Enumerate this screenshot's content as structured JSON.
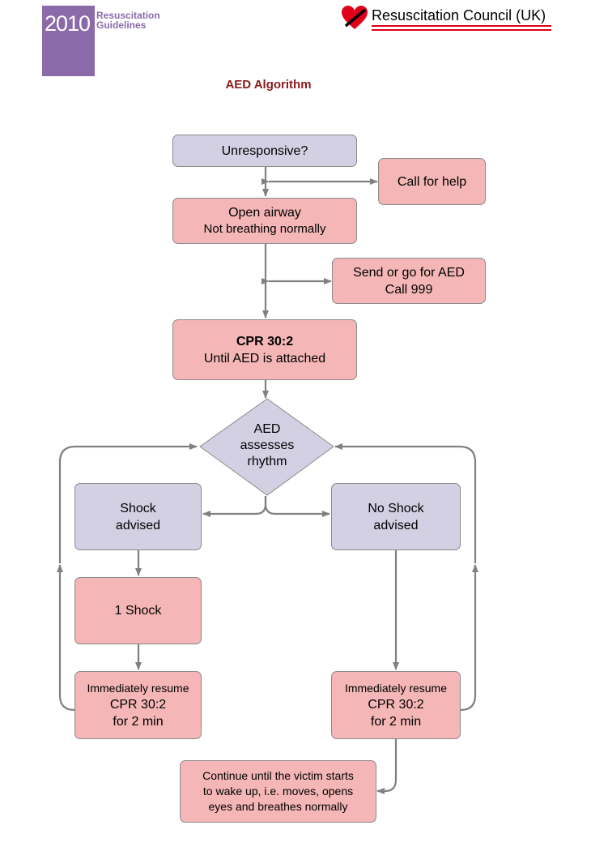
{
  "header": {
    "logo_year": "2010",
    "logo_line1": "Resuscitation",
    "logo_line2": "Guidelines",
    "org_name": "Resuscitation Council (UK)"
  },
  "title": "AED Algorithm",
  "nodes": {
    "unresponsive": "Unresponsive?",
    "call_for_help": "Call for help",
    "open_airway_1": "Open airway",
    "open_airway_2": "Not breathing normally",
    "send_aed_1": "Send or go for AED",
    "send_aed_2": "Call 999",
    "cpr_1": "CPR 30:2",
    "cpr_2": "Until AED is attached",
    "aed_1": "AED",
    "aed_2": "assesses",
    "aed_3": "rhythm",
    "shock_1": "Shock",
    "shock_2": "advised",
    "noshock_1": "No Shock",
    "noshock_2": "advised",
    "one_shock": "1 Shock",
    "resume_left_1": "Immediately resume",
    "resume_left_2": "CPR 30:2",
    "resume_left_3": "for 2 min",
    "resume_right_1": "Immediately resume",
    "resume_right_2": "CPR 30:2",
    "resume_right_3": "for 2 min",
    "continue_1": "Continue until the victim starts",
    "continue_2": "to wake up, i.e. moves, opens",
    "continue_3": "eyes and breathes normally"
  },
  "colors": {
    "lilac": "#d3d0e3",
    "pink": "#f4b6b6",
    "connector": "#808080",
    "title": "#8b1a1a",
    "brand_purple": "#8c6aa9",
    "brand_red": "#e0001a"
  }
}
